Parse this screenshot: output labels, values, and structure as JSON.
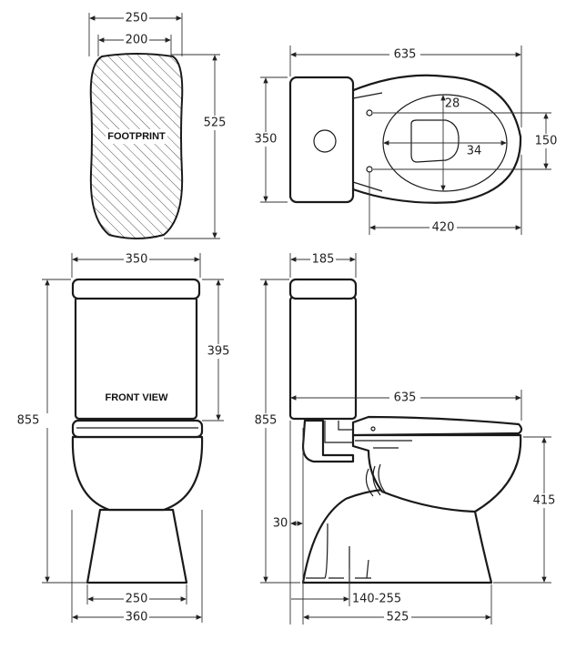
{
  "views": {
    "footprint": {
      "title": "FOOTPRINT",
      "dims": {
        "width_outer": "250",
        "width_inner": "200",
        "depth": "525"
      }
    },
    "plan": {
      "dims": {
        "overall_length": "635",
        "tank_depth": "350",
        "seat_v": "28",
        "seat_h": "34",
        "fixing_spacing": "150",
        "fixing_to_front": "420"
      }
    },
    "front": {
      "title": "FRONT VIEW",
      "dims": {
        "tank_width": "350",
        "tank_height": "395",
        "overall_height": "855",
        "base_width": "250",
        "bowl_width": "360"
      }
    },
    "side": {
      "dims": {
        "tank_depth": "185",
        "overall_height": "855",
        "length": "635",
        "rim_height": "415",
        "wall_gap": "30",
        "set_out": "140-255",
        "base_length": "525"
      }
    }
  },
  "colors": {
    "line": "#1a1a1a",
    "background": "#ffffff"
  }
}
